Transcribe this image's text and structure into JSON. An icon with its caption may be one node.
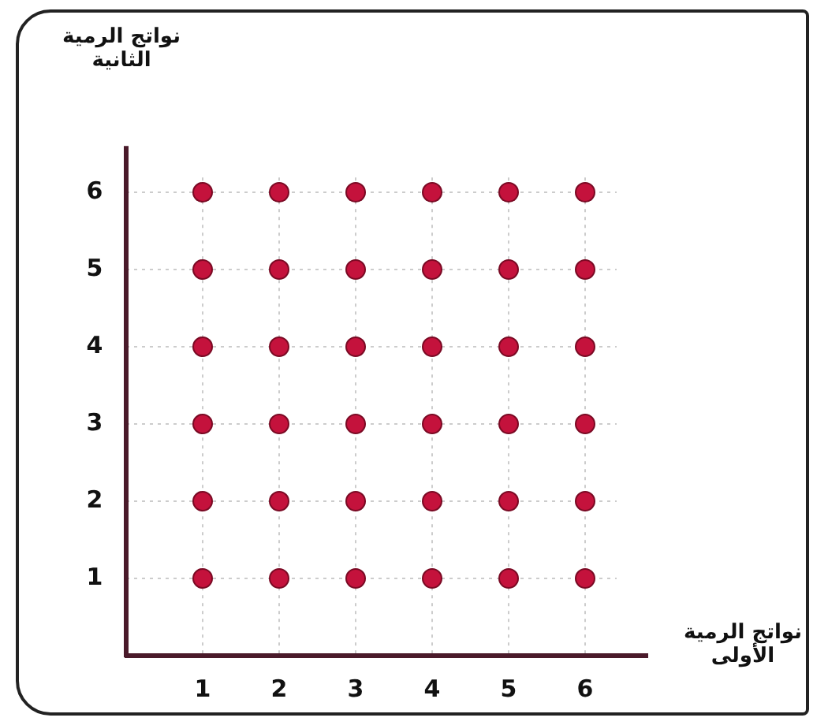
{
  "diagram": {
    "chart_data": {
      "type": "scatter",
      "xlabel": "نواتج الرمية الأولى",
      "ylabel": "نواتج الرمية الثانية",
      "grid": true,
      "ylim": [
        0,
        6.6
      ],
      "yticks": [
        1,
        2,
        3,
        4,
        5,
        6
      ],
      "categories": [
        "1",
        "2",
        "3",
        "4",
        "5",
        "6"
      ],
      "series": [
        {
          "color": "#c4123c",
          "values": [
            1,
            1,
            1,
            1,
            1,
            1
          ]
        },
        {
          "color": "#c4123c",
          "values": [
            2,
            2,
            2,
            2,
            2,
            2
          ]
        },
        {
          "color": "#c4123c",
          "values": [
            3,
            3,
            3,
            3,
            3,
            3
          ]
        },
        {
          "color": "#c4123c",
          "values": [
            4,
            4,
            4,
            4,
            4,
            4
          ]
        },
        {
          "color": "#c4123c",
          "values": [
            5,
            5,
            5,
            5,
            5,
            5
          ]
        },
        {
          "color": "#c4123c",
          "values": [
            6,
            6,
            6,
            6,
            6,
            6
          ]
        }
      ]
    }
  }
}
